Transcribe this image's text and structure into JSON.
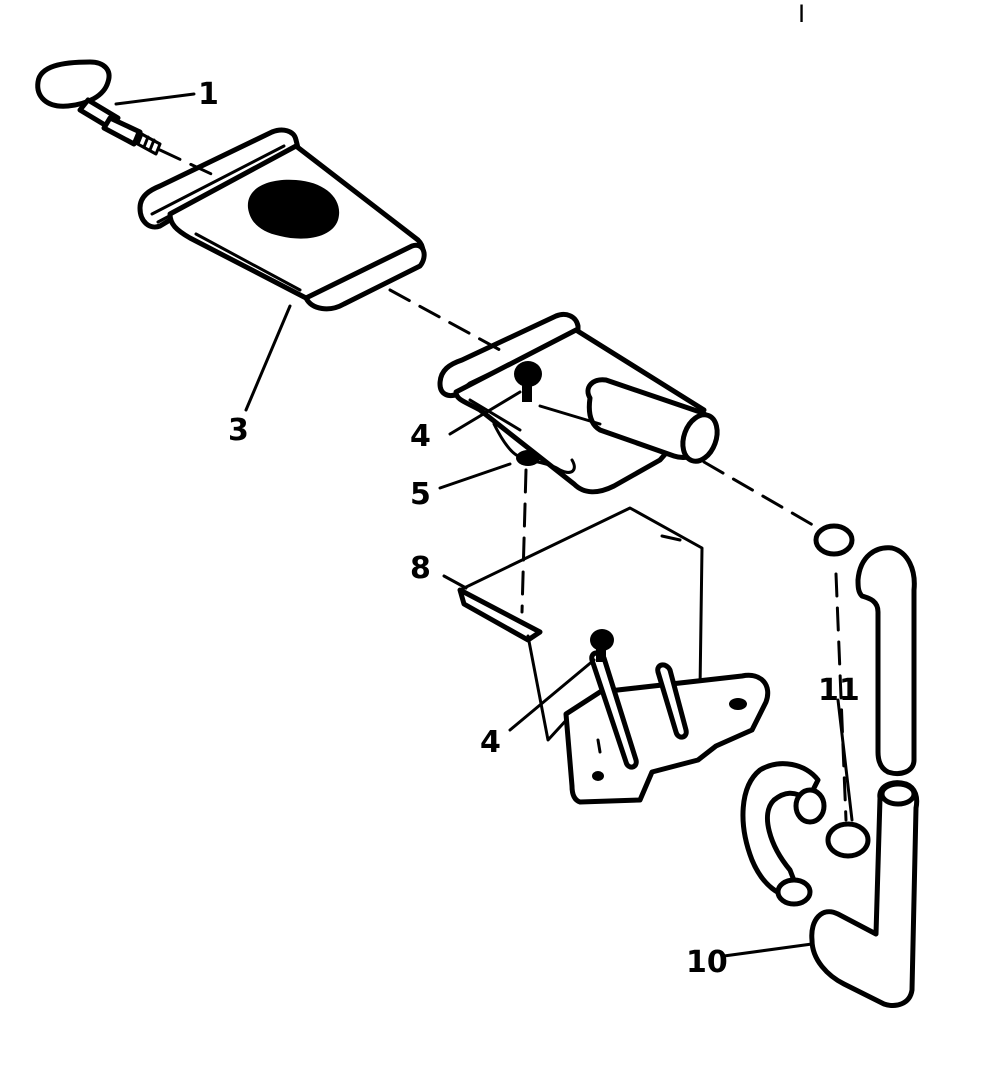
{
  "diagram": {
    "page_marks": {
      "top_right": "I"
    },
    "callouts": [
      {
        "id": "knob",
        "label": "1"
      },
      {
        "id": "cover",
        "label": "3"
      },
      {
        "id": "screw_upper",
        "label": "4"
      },
      {
        "id": "spring",
        "label": "5"
      },
      {
        "id": "bracket",
        "label": "8"
      },
      {
        "id": "screw_lower",
        "label": "4"
      },
      {
        "id": "ring",
        "label": "11"
      },
      {
        "id": "tube",
        "label": "10"
      }
    ],
    "colors": {
      "ink": "#000000",
      "paper": "#ffffff"
    }
  }
}
